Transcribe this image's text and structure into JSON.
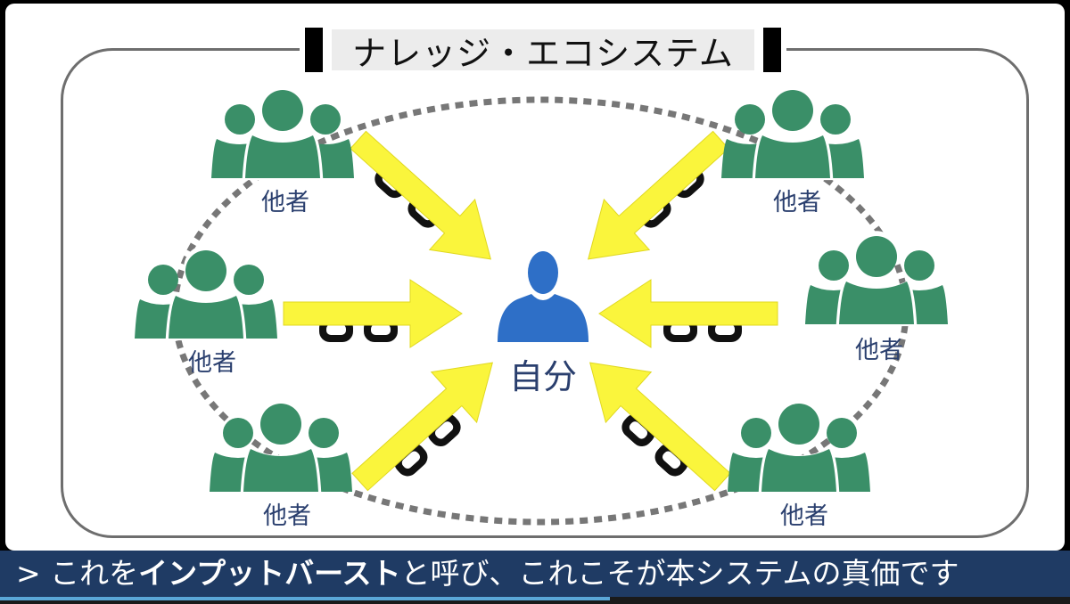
{
  "title": "ナレッジ・エコシステム",
  "center_label": "自分",
  "others_label": "他者",
  "others_groups": [
    {
      "position": "top-left"
    },
    {
      "position": "top-right"
    },
    {
      "position": "middle-left"
    },
    {
      "position": "middle-right"
    },
    {
      "position": "bottom-left"
    },
    {
      "position": "bottom-right"
    }
  ],
  "caption": {
    "prefix": "> これを",
    "emphasis": "インプットバースト",
    "suffix": "と呼び、これこそが本システムの真価です"
  },
  "progress": 0.57,
  "colors": {
    "people_green": "#3a8f68",
    "self_blue": "#2e6fc7",
    "arrow_yellow": "#faf53c",
    "label_blue": "#2a3f6e",
    "caption_bg": "#1f3b64"
  }
}
